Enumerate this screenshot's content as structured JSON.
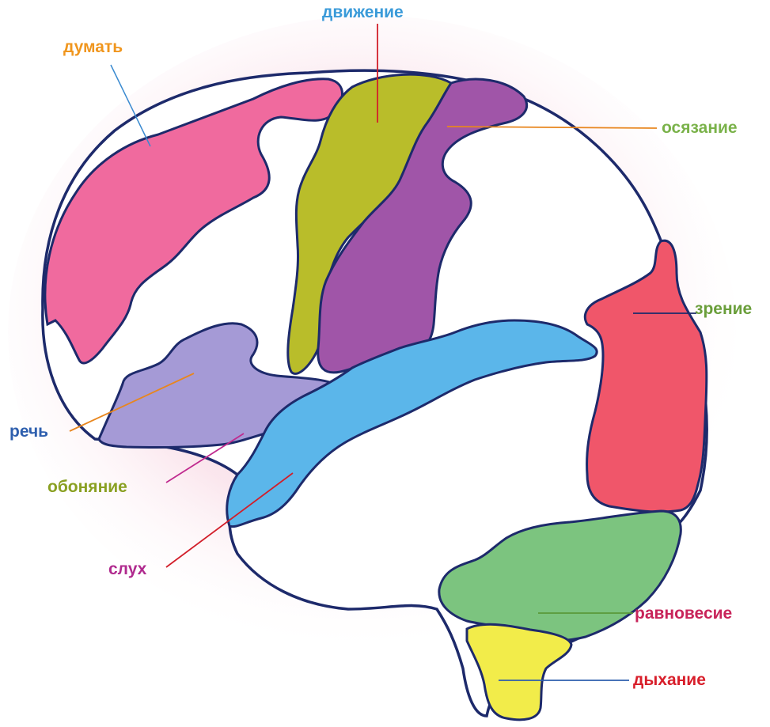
{
  "labels": {
    "think": "думать",
    "movement": "движение",
    "touch": "осязание",
    "vision": "зрение",
    "speech": "речь",
    "smell": "обоняние",
    "hearing": "слух",
    "balance": "равновесие",
    "breathing": "дыхание"
  },
  "colors": {
    "outline": "#1d2a6b",
    "think_region": "#f06a9e",
    "movement_region": "#b9bd2a",
    "touch_region": "#a055a8",
    "speech_region": "#a59ad6",
    "hearing_region": "#5bb6ea",
    "vision_region": "#f0566a",
    "balance_region": "#7cc47f",
    "breathing_region": "#f2ec4a",
    "think_label": "#f0961e",
    "movement_label": "#3a9ad9",
    "touch_label": "#7ab24a",
    "vision_label": "#6a9e3a",
    "speech_label": "#2e5fae",
    "smell_label": "#8aa022",
    "hearing_label": "#b02a8e",
    "balance_label": "#c8245a",
    "breathing_label": "#d81e2a"
  }
}
